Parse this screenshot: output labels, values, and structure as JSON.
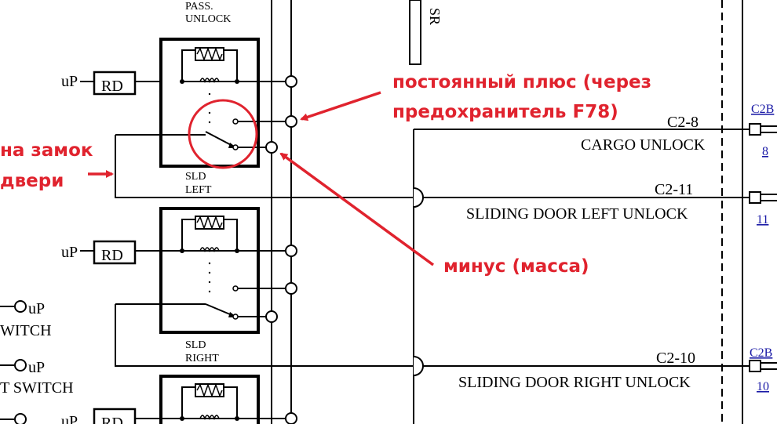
{
  "relays": {
    "top_label_line1": "PASS.",
    "top_label_line2": "UNLOCK",
    "left_label_line1": "SLD",
    "left_label_line2": "LEFT",
    "right_label_line1": "SLD",
    "right_label_line2": "RIGHT",
    "rd_label": "RD",
    "up_label": "uP"
  },
  "switches": {
    "up_label": "uP",
    "switch1_text": "WITCH",
    "switch2_text": "T SWITCH"
  },
  "connector_sr": "SR",
  "circuits": [
    {
      "code": "C2-8",
      "name": "CARGO UNLOCK",
      "connector": "C2B",
      "pin": "8"
    },
    {
      "code": "C2-11",
      "name": "SLIDING DOOR LEFT UNLOCK",
      "connector": "",
      "pin": "11"
    },
    {
      "code": "C2-10",
      "name": "SLIDING DOOR RIGHT UNLOCK",
      "connector": "C2B",
      "pin": "10"
    }
  ],
  "annotations": {
    "plus_line1": "постоянный плюс (через",
    "plus_line2": "предохранитель F78)",
    "lock_line1": "на замок",
    "lock_line2": "двери",
    "minus": "минус (масса)"
  },
  "colors": {
    "annotation": "#e0232e",
    "line": "#000000",
    "link": "#1a1aa6"
  }
}
